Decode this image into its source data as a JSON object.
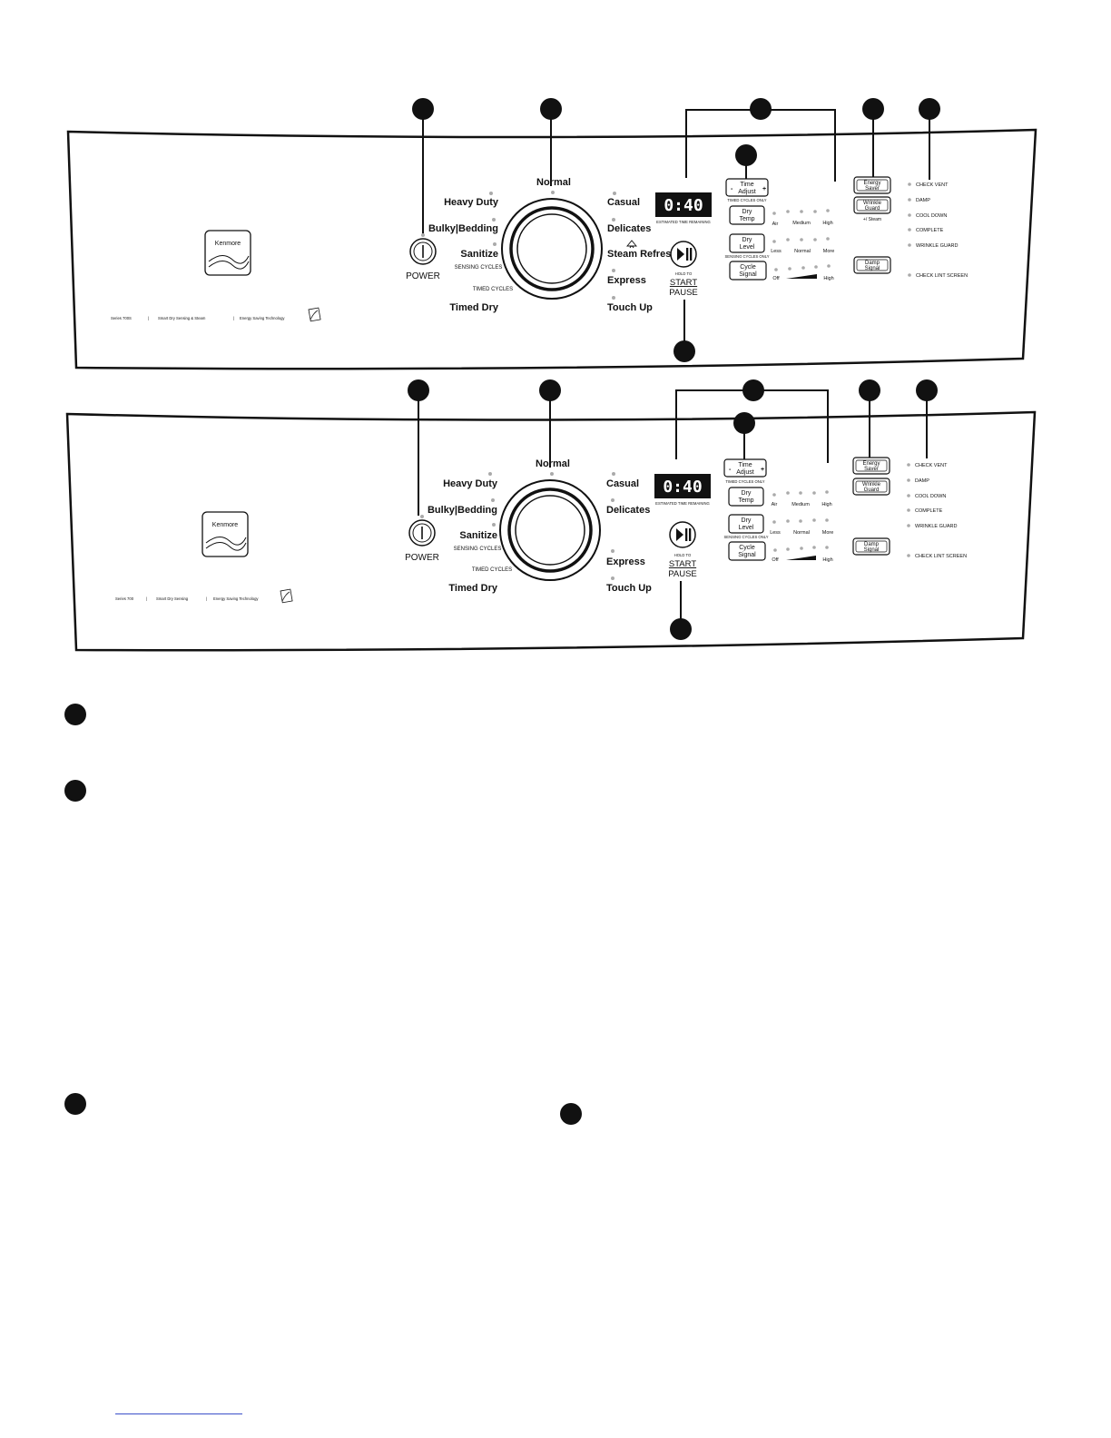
{
  "panels": [
    {
      "brand": "Kenmore",
      "tagline": [
        "Series 700S",
        "Smart Dry Sensing & Steam",
        "Energy Saving Technology"
      ],
      "power_label": "POWER",
      "cycles_left": [
        "Heavy Duty",
        "Bulky|Bedding",
        "Sanitize",
        "Timed Dry"
      ],
      "cycles_top": "Normal",
      "cycles_right": [
        "Casual",
        "Delicates",
        "Steam Refresh",
        "Express",
        "Touch Up"
      ],
      "sensing_label": "SENSING CYCLES",
      "timed_label": "TIMED CYCLES",
      "display": "0:40",
      "display_caption": "ESTIMATED TIME REMAINING",
      "start": {
        "hold": "HOLD TO",
        "start": "START",
        "pause": "PAUSE"
      },
      "time_adjust": {
        "minus": "-",
        "label1": "Time",
        "label2": "Adjust",
        "plus": "+",
        "note": "TIMED CYCLES ONLY"
      },
      "option_buttons": [
        {
          "l1": "Dry",
          "l2": "Temp",
          "scale": [
            "Air",
            "Medium",
            "High"
          ]
        },
        {
          "l1": "Dry",
          "l2": "Level",
          "note": "SENSING CYCLES ONLY",
          "scale": [
            "Less",
            "Normal",
            "More"
          ]
        },
        {
          "l1": "Cycle",
          "l2": "Signal",
          "scale": [
            "Off",
            "High"
          ]
        }
      ],
      "feature_buttons": [
        {
          "l1": "Energy",
          "l2": "Saver"
        },
        {
          "l1": "Wrinkle",
          "l2": "Guard",
          "note": "+/ Steam"
        },
        {
          "l1": "Damp",
          "l2": "Signal"
        }
      ],
      "indicators": [
        "CHECK VENT",
        "DAMP",
        "COOL DOWN",
        "COMPLETE",
        "WRINKLE GUARD",
        "CHECK LINT SCREEN"
      ]
    },
    {
      "brand": "Kenmore",
      "tagline": [
        "Series 700",
        "Smart Dry Sensing",
        "Energy Saving Technology"
      ],
      "power_label": "POWER",
      "cycles_left": [
        "Heavy Duty",
        "Bulky|Bedding",
        "Sanitize",
        "Timed Dry"
      ],
      "cycles_top": "Normal",
      "cycles_right": [
        "Casual",
        "Delicates",
        "Express",
        "Touch Up"
      ],
      "sensing_label": "SENSING CYCLES",
      "timed_label": "TIMED CYCLES",
      "display": "0:40",
      "display_caption": "ESTIMATED TIME REMAINING",
      "start": {
        "hold": "HOLD TO",
        "start": "START",
        "pause": "PAUSE"
      },
      "time_adjust": {
        "minus": "-",
        "label1": "Time",
        "label2": "Adjust",
        "plus": "+",
        "note": "TIMED CYCLES ONLY"
      },
      "option_buttons": [
        {
          "l1": "Dry",
          "l2": "Temp",
          "scale": [
            "Air",
            "Medium",
            "High"
          ]
        },
        {
          "l1": "Dry",
          "l2": "Level",
          "note": "SENSING CYCLES ONLY",
          "scale": [
            "Less",
            "Normal",
            "More"
          ]
        },
        {
          "l1": "Cycle",
          "l2": "Signal",
          "scale": [
            "Off",
            "High"
          ]
        }
      ],
      "feature_buttons": [
        {
          "l1": "Energy",
          "l2": "Saver"
        },
        {
          "l1": "Wrinkle",
          "l2": "Guard"
        },
        {
          "l1": "Damp",
          "l2": "Signal"
        }
      ],
      "indicators": [
        "CHECK VENT",
        "DAMP",
        "COOL DOWN",
        "COMPLETE",
        "WRINKLE GUARD",
        "CHECK LINT SCREEN"
      ]
    }
  ]
}
